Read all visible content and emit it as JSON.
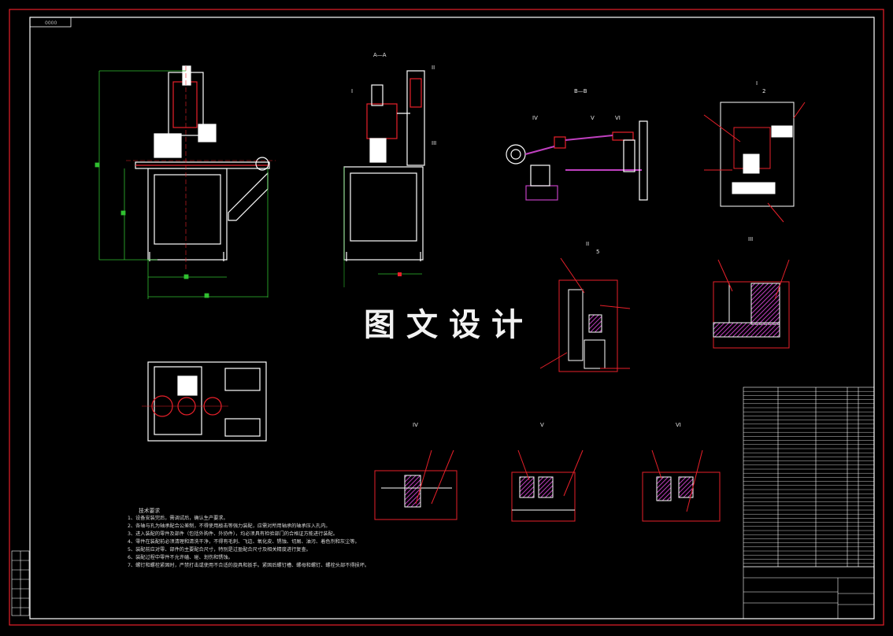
{
  "watermark": "图文设计",
  "drawing_no_box": "0000",
  "section_labels": {
    "a_a": "A—A",
    "b_b": "B—B"
  },
  "detail_labels": {
    "i": "I",
    "ii": "II",
    "iii": "III",
    "iv": "IV",
    "v": "V",
    "vi": "VI"
  },
  "scale_label": "2",
  "scale_label_2": "5",
  "tech_notes": {
    "title": "技术要求",
    "items": [
      "1、设备安装完后，需调试后，确认生产要求。",
      "2、各轴与孔为轴承配合公差制，不得使用敲击等强力装配，应需对所用轴承的轴承压入孔内。",
      "3、进入装配的零件及部件（包括外购件、外协件），均必须具有检验部门的合格证方能进行装配。",
      "4、零件在装配前必须清理和清洗干净，不得有毛刺、飞边、氧化皮、锈蚀、切屑、油污、着色剂和灰尘等。",
      "5、装配前应对零、部件的主要配合尺寸，特别是过盈配合尺寸及相关精度进行复查。",
      "6、装配过程中零件不允许磕、碰、划伤和锈蚀。",
      "7、螺钉和螺栓紧固时，严禁打击或使用不合适的旋具和扳手。紧固后螺钉槽、螺母和螺钉、螺栓头部不得损坏。"
    ]
  },
  "colors": {
    "border": "#e8202a",
    "frame": "#ffffff",
    "hatch": "#c040c0",
    "dim": "#30c030"
  }
}
